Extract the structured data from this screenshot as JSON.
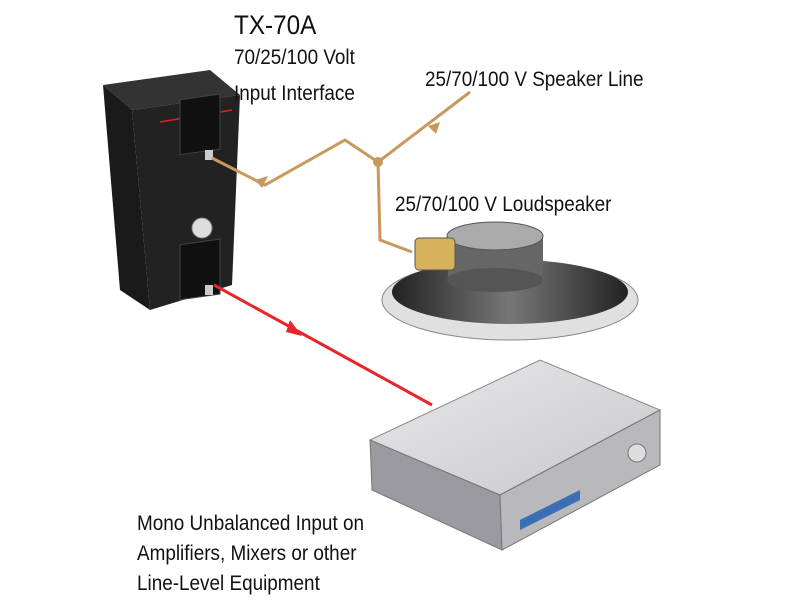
{
  "device": {
    "model": "TX-70A",
    "description_line1": "70/25/100 Volt",
    "description_line2": "Input Interface"
  },
  "speaker_line": {
    "label": "25/70/100 V Speaker Line",
    "color": "#c8995e"
  },
  "loudspeaker": {
    "label": "25/70/100 V Loudspeaker"
  },
  "output": {
    "line1": "Mono Unbalanced Input on",
    "line2": "Amplifiers, Mixers or other",
    "line3": "Line-Level Equipment",
    "color": "#e8262a"
  }
}
